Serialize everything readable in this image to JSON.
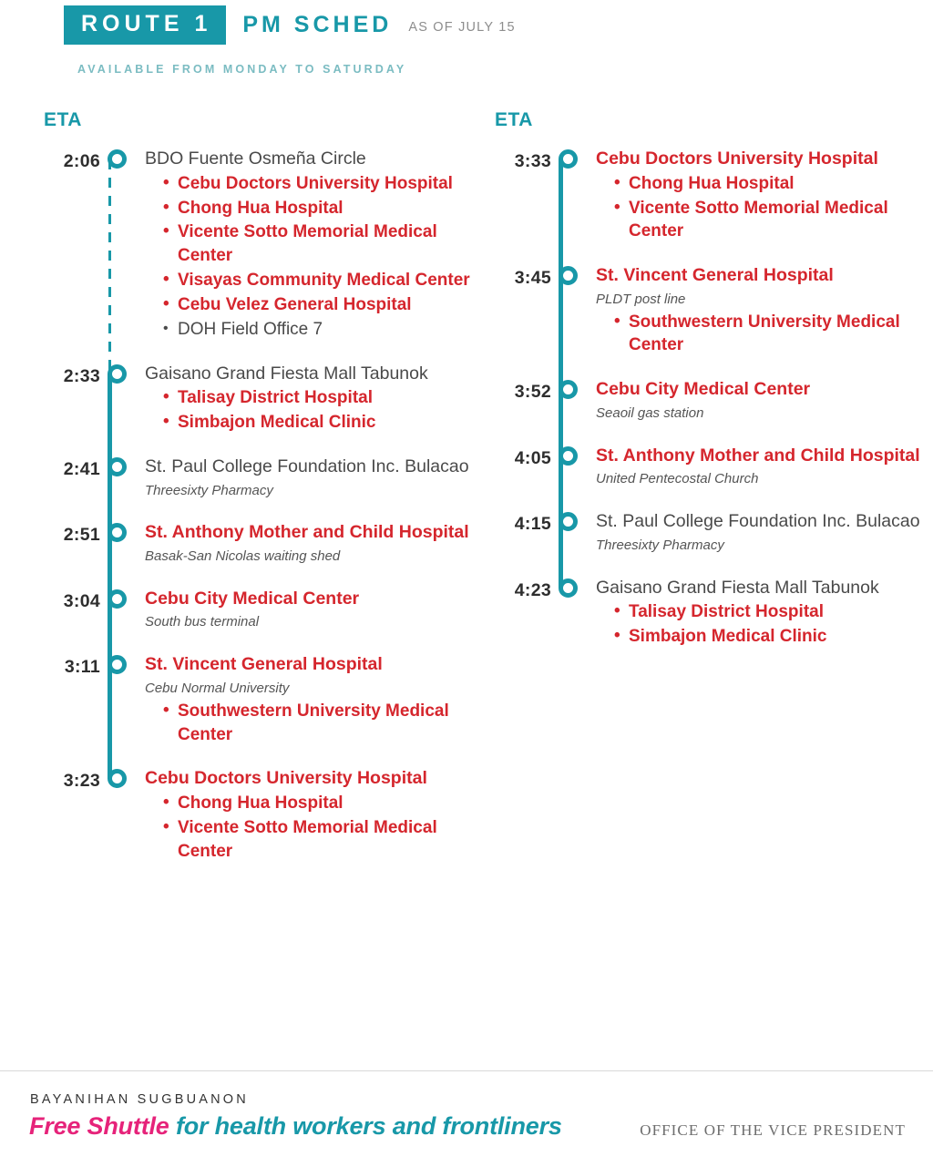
{
  "header": {
    "route_badge": "ROUTE 1",
    "sched_label": "PM SCHED",
    "as_of": "AS OF JULY 15",
    "availability": "AVAILABLE FROM MONDAY TO SATURDAY"
  },
  "eta_label": "ETA",
  "left_column": {
    "stops": [
      {
        "time": "2:06",
        "title": "BDO Fuente Osmeña Circle",
        "title_highlight": false,
        "landmark": "",
        "sub": [
          {
            "text": "Cebu Doctors University Hospital",
            "highlight": true
          },
          {
            "text": "Chong Hua Hospital",
            "highlight": true
          },
          {
            "text": "Vicente Sotto Memorial Medical Center",
            "highlight": true
          },
          {
            "text": "Visayas Community Medical Center",
            "highlight": true
          },
          {
            "text": "Cebu Velez General Hospital",
            "highlight": true
          },
          {
            "text": "DOH Field Office 7",
            "highlight": false
          }
        ]
      },
      {
        "time": "2:33",
        "title": "Gaisano Grand Fiesta Mall Tabunok",
        "title_highlight": false,
        "landmark": "",
        "sub": [
          {
            "text": "Talisay District Hospital",
            "highlight": true
          },
          {
            "text": "Simbajon Medical Clinic",
            "highlight": true
          }
        ]
      },
      {
        "time": "2:41",
        "title": "St. Paul College Foundation Inc. Bulacao",
        "title_highlight": false,
        "landmark": "Threesixty Pharmacy",
        "sub": []
      },
      {
        "time": "2:51",
        "title": "St. Anthony Mother and Child Hospital",
        "title_highlight": true,
        "landmark": "Basak-San Nicolas waiting shed",
        "sub": []
      },
      {
        "time": "3:04",
        "title": "Cebu City Medical Center",
        "title_highlight": true,
        "landmark": "South bus terminal",
        "sub": []
      },
      {
        "time": "3:11",
        "title": "St. Vincent General Hospital",
        "title_highlight": true,
        "landmark": "Cebu Normal University",
        "sub": [
          {
            "text": "Southwestern University Medical Center",
            "highlight": true
          }
        ]
      },
      {
        "time": "3:23",
        "title": "Cebu Doctors University Hospital",
        "title_highlight": true,
        "landmark": "",
        "sub": [
          {
            "text": "Chong Hua Hospital",
            "highlight": true
          },
          {
            "text": "Vicente Sotto Memorial Medical Center",
            "highlight": true
          }
        ]
      }
    ]
  },
  "right_column": {
    "stops": [
      {
        "time": "3:33",
        "title": "Cebu Doctors University Hospital",
        "title_highlight": true,
        "landmark": "",
        "sub": [
          {
            "text": "Chong Hua Hospital",
            "highlight": true
          },
          {
            "text": "Vicente Sotto Memorial Medical Center",
            "highlight": true
          }
        ]
      },
      {
        "time": "3:45",
        "title": "St. Vincent General Hospital",
        "title_highlight": true,
        "landmark": "PLDT post line",
        "sub": [
          {
            "text": "Southwestern University Medical Center",
            "highlight": true
          }
        ]
      },
      {
        "time": "3:52",
        "title": "Cebu City Medical Center",
        "title_highlight": true,
        "landmark": "Seaoil gas station",
        "sub": []
      },
      {
        "time": "4:05",
        "title": "St. Anthony Mother and Child Hospital",
        "title_highlight": true,
        "landmark": "United Pentecostal Church",
        "sub": []
      },
      {
        "time": "4:15",
        "title": "St. Paul College Foundation Inc. Bulacao",
        "title_highlight": false,
        "landmark": "Threesixty Pharmacy",
        "sub": []
      },
      {
        "time": "4:23",
        "title": "Gaisano Grand Fiesta Mall Tabunok",
        "title_highlight": false,
        "landmark": "",
        "sub": [
          {
            "text": "Talisay District Hospital",
            "highlight": true
          },
          {
            "text": "Simbajon Medical Clinic",
            "highlight": true
          }
        ]
      }
    ]
  },
  "footer": {
    "program": "BAYANIHAN SUGBUANON",
    "tagline_pink": "Free Shuttle",
    "tagline_teal": " for health workers and frontliners",
    "office": "OFFICE OF THE VICE PRESIDENT"
  },
  "colors": {
    "teal": "#1898a8",
    "red": "#d5262d",
    "pink": "#e6237a",
    "light_teal": "#7bbcc2",
    "grey_text": "#4a4a4a"
  }
}
